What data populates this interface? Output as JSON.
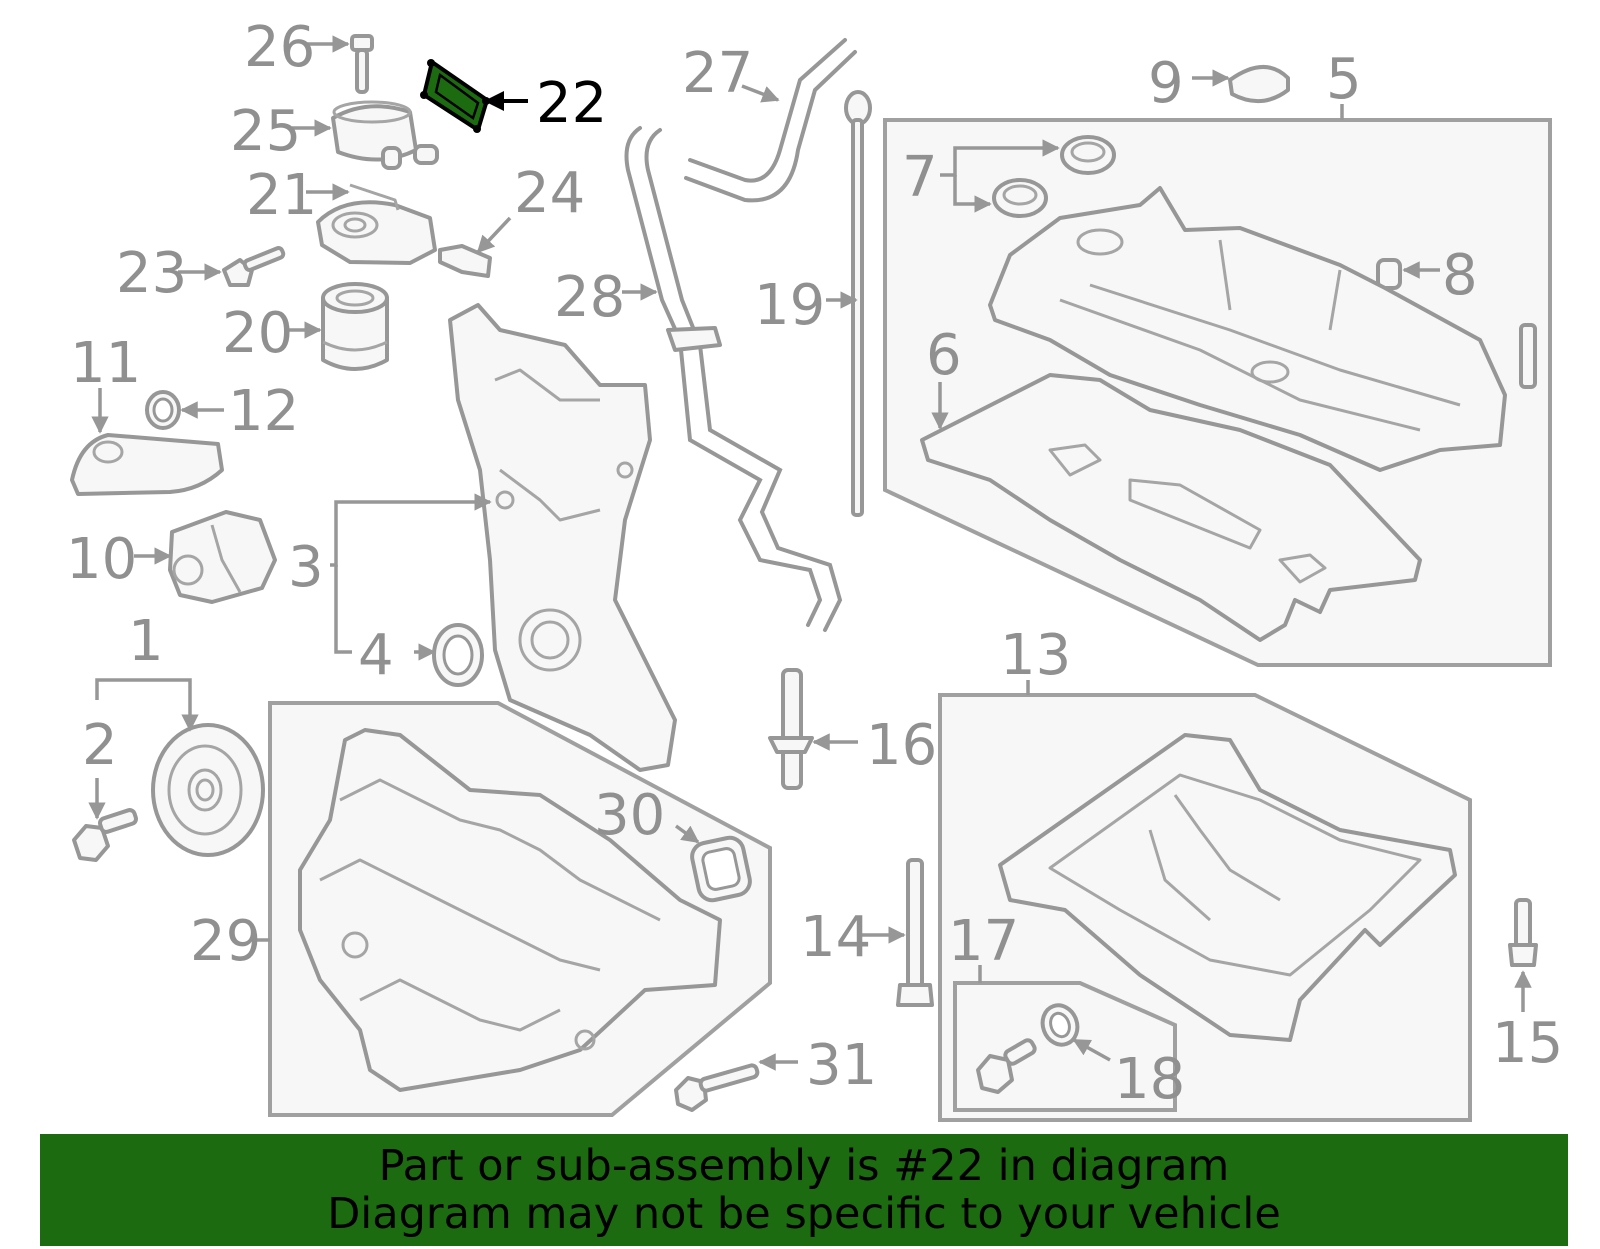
{
  "highlight_color": "#1d6b10",
  "highlighted_part": "22",
  "callouts": [
    "26",
    "25",
    "21",
    "23",
    "24",
    "20",
    "11",
    "12",
    "10",
    "1",
    "2",
    "3",
    "4",
    "22",
    "27",
    "28",
    "19",
    "9",
    "5",
    "7",
    "8",
    "6",
    "16",
    "30",
    "29",
    "13",
    "14",
    "17",
    "18",
    "15",
    "31"
  ],
  "banner": {
    "line1": "Part or sub-assembly is #22 in diagram",
    "line2": "Diagram may not be specific to your vehicle"
  }
}
